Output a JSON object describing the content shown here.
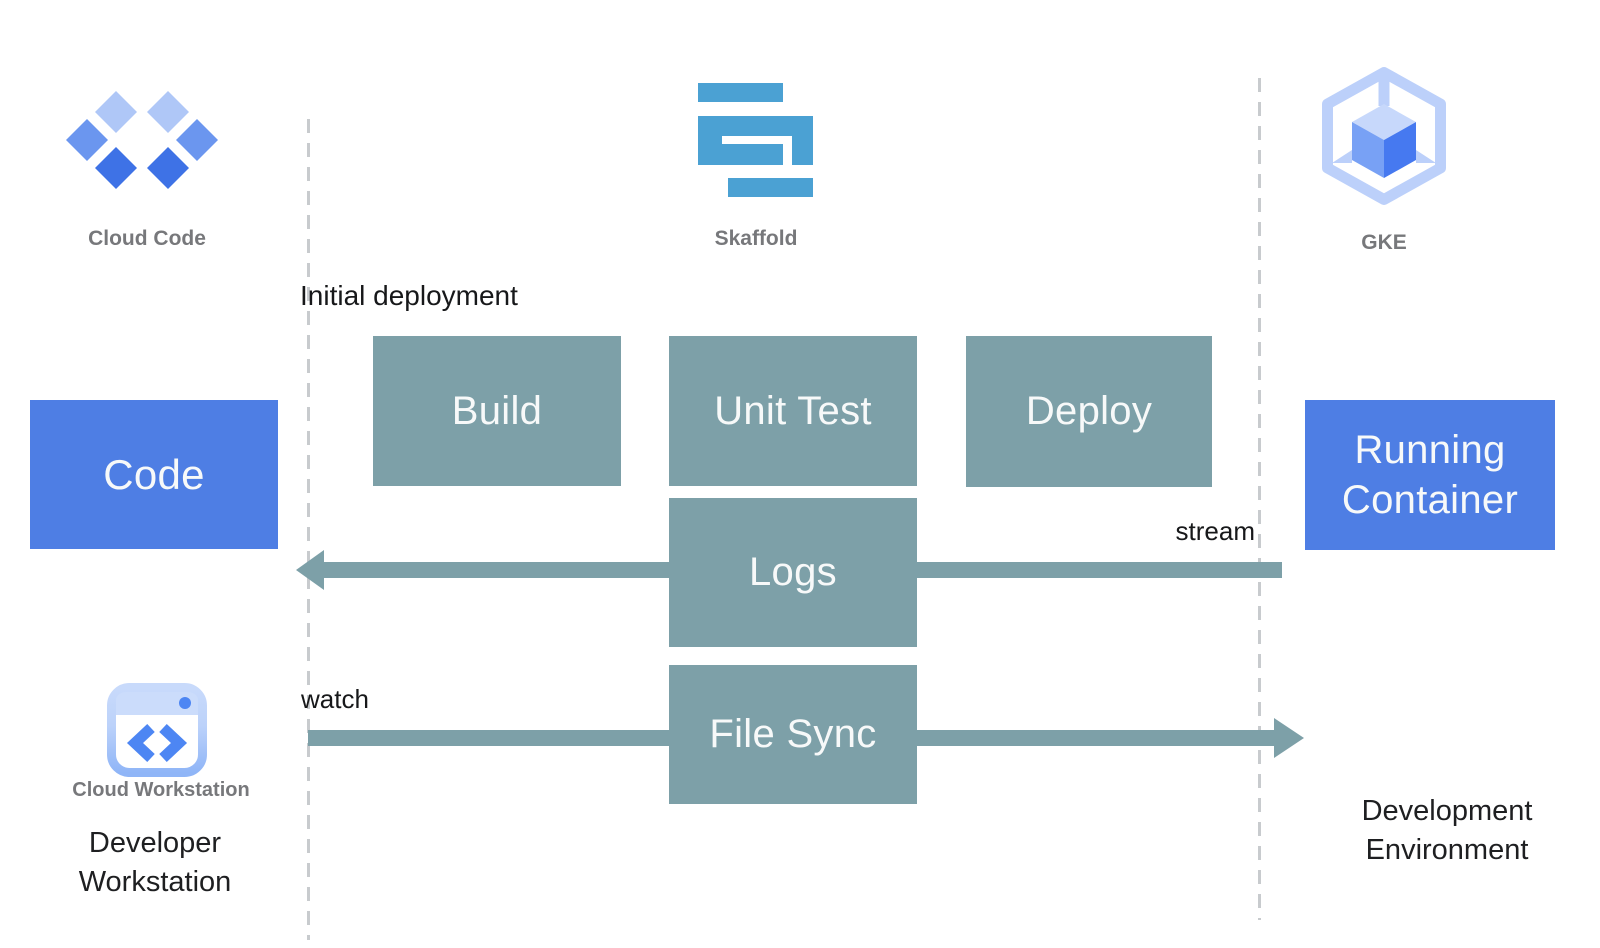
{
  "diagram": {
    "logos": {
      "cloud_code": {
        "label": "Cloud Code"
      },
      "skaffold": {
        "label": "Skaffold"
      },
      "gke": {
        "label": "GKE"
      },
      "cloud_workstation": {
        "label": "Cloud Workstation"
      }
    },
    "nodes": {
      "code": {
        "label": "Code",
        "color": "#4e7ee4"
      },
      "build": {
        "label": "Build",
        "color": "#7da0a8"
      },
      "unit_test": {
        "label": "Unit Test",
        "color": "#7da0a8"
      },
      "deploy": {
        "label": "Deploy",
        "color": "#7da0a8"
      },
      "logs": {
        "label": "Logs",
        "color": "#7da0a8"
      },
      "file_sync": {
        "label": "File Sync",
        "color": "#7da0a8"
      },
      "running_container": {
        "label": "Running Container",
        "color": "#4e7ee4"
      }
    },
    "annotations": {
      "initial_deployment": "Initial deployment",
      "stream": "stream",
      "watch": "watch"
    },
    "captions": {
      "developer_workstation": "Developer Workstation",
      "development_environment": "Development Environment"
    },
    "arrows": {
      "logs_stream": {
        "direction": "left",
        "label": "stream",
        "color": "#7da0a8"
      },
      "file_sync_watch": {
        "direction": "right",
        "label": "watch",
        "color": "#7da0a8"
      }
    },
    "colors": {
      "accent_blue": "#4e7ee4",
      "teal": "#7da0a8",
      "skaffold_blue": "#4ba1d3",
      "gke_light_blue": "#bcd0fa",
      "gke_cube_left": "#78a1f5",
      "gke_cube_right": "#4679f0",
      "cloud_code_light": "#afc7f7",
      "cloud_code_medium": "#6b96ef",
      "cloud_code_dark": "#3e72e6",
      "dashed_line": "#c8cbce",
      "label_gray": "#77787b",
      "text_black": "#1f2023"
    }
  }
}
